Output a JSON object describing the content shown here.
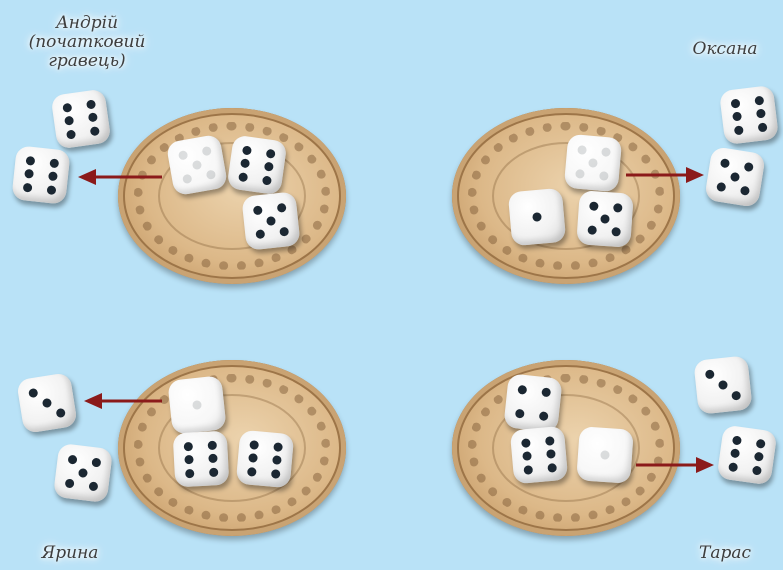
{
  "players": {
    "top_left": {
      "name": "Андрій",
      "note_line1": "(початковий",
      "note_line2": "гравець)"
    },
    "top_right": {
      "name": "Оксана"
    },
    "bottom_left": {
      "name": "Ярина"
    },
    "bottom_right": {
      "name": "Тарас"
    }
  },
  "dice": {
    "andriy_plate": [
      5,
      6,
      5
    ],
    "andriy_outside": [
      6,
      6
    ],
    "oksana_plate": [
      5,
      1,
      5
    ],
    "oksana_outside": [
      6,
      5
    ],
    "yaryna_plate": [
      1,
      6,
      6
    ],
    "yaryna_outside": [
      3,
      5
    ],
    "taras_plate": [
      4,
      6,
      1
    ],
    "taras_outside": [
      3,
      6
    ]
  },
  "colors": {
    "background": "#b9e2f7",
    "arrow": "#8b1a1a",
    "pip": "#1b2732"
  }
}
